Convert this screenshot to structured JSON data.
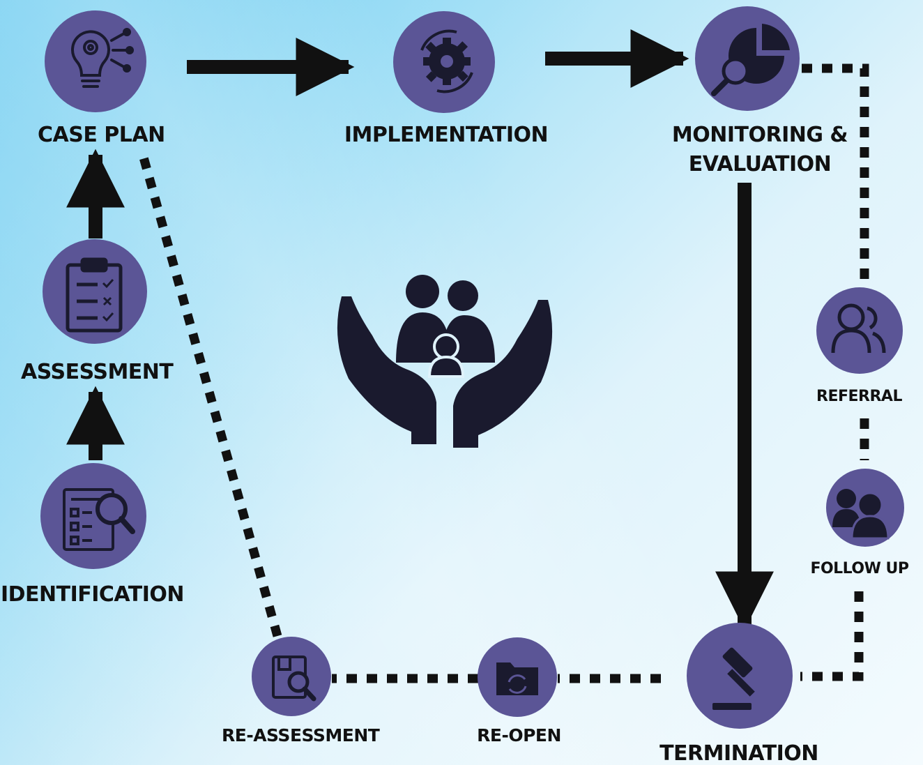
{
  "colors": {
    "node_fill": "#5b5596",
    "line": "#111111",
    "label": "#111111",
    "background_start": "#7fd3f3",
    "background_end": "#f4fbfe"
  },
  "nodes": {
    "case_plan": {
      "label": "CASE PLAN",
      "icon": "lightbulb-gear-icon"
    },
    "implementation": {
      "label": "IMPLEMENTATION",
      "icon": "gear-cycle-icon"
    },
    "monitoring": {
      "label_line1": "MONITORING &",
      "label_line2": "EVALUATION",
      "icon": "magnifier-pie-chart-icon"
    },
    "assessment": {
      "label": "ASSESSMENT",
      "icon": "clipboard-checklist-icon"
    },
    "identification": {
      "label": "IDENTIFICATION",
      "icon": "document-search-icon"
    },
    "referral": {
      "label": "REFERRAL",
      "icon": "people-outline-icon"
    },
    "follow_up": {
      "label": "FOLLOW UP",
      "icon": "people-group-icon"
    },
    "termination": {
      "label": "TERMINATION",
      "icon": "gavel-icon"
    },
    "re_open": {
      "label": "RE-OPEN",
      "icon": "folder-refresh-icon"
    },
    "re_assessment": {
      "label": "RE-ASSESSMENT",
      "icon": "book-search-icon"
    }
  },
  "center_icon": "family-in-hands-icon"
}
